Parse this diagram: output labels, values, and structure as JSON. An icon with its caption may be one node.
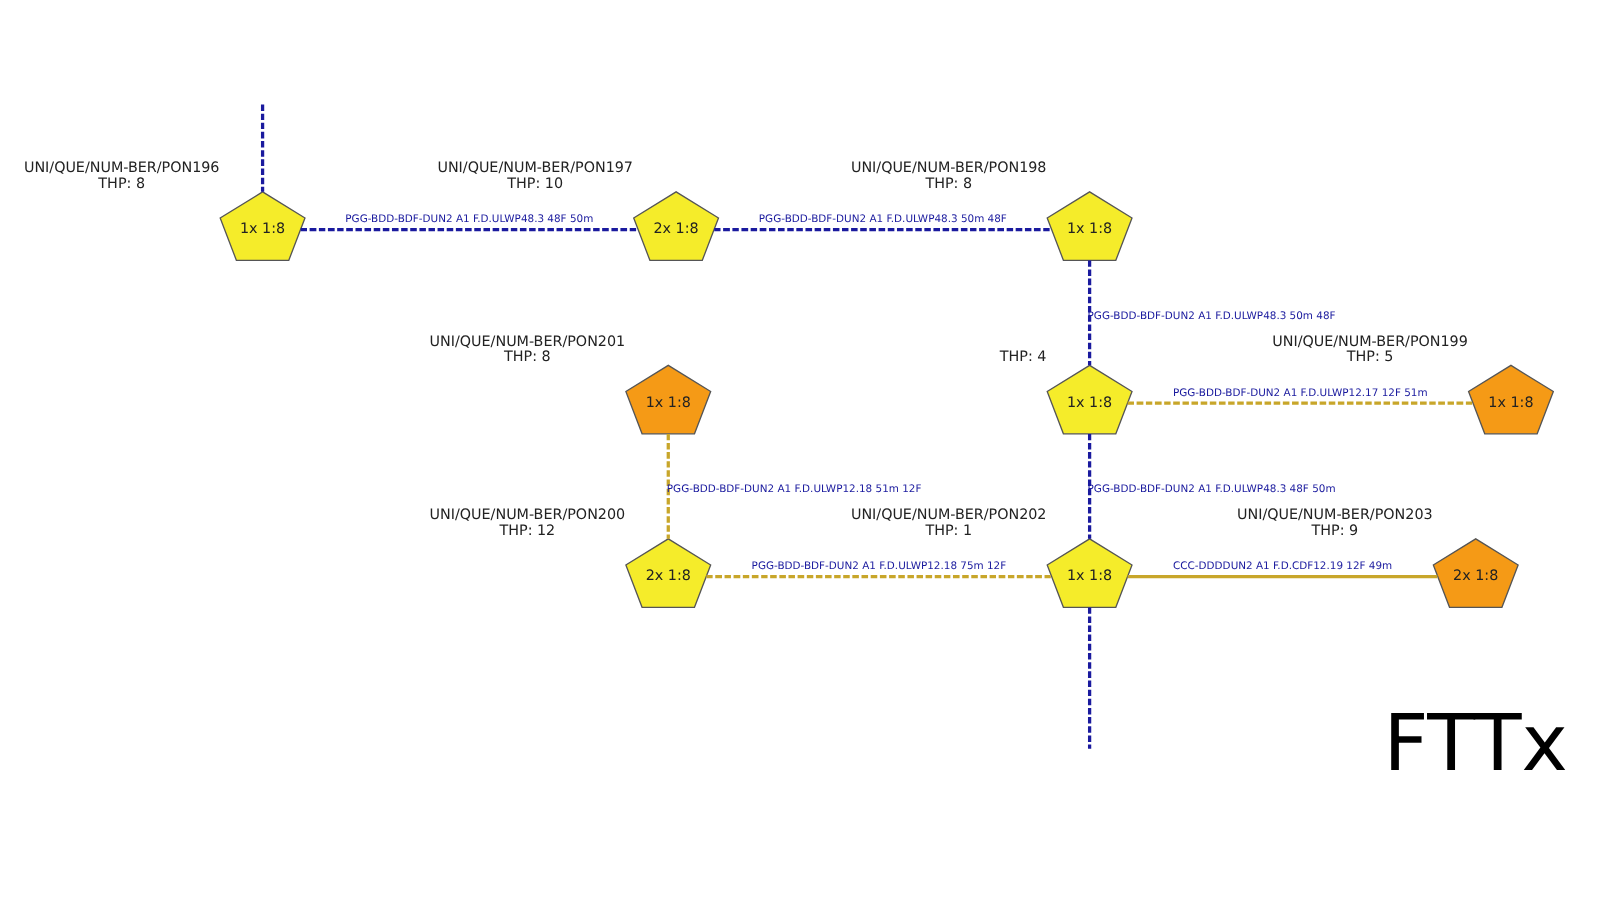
{
  "diagram": {
    "nodes": [
      {
        "text": [
          "1x 1:8"
        ],
        "beside": [
          "UNI/QUE/NUM-BER/PON196",
          "THP: 8"
        ]
      },
      {
        "text": [
          "2x 1:8"
        ],
        "beside": [
          "UNI/QUE/NUM-BER/PON197",
          "THP: 10"
        ]
      },
      {
        "text": [
          "1x 1:8"
        ],
        "beside": [
          "UNI/QUE/NUM-BER/PON198",
          "THP: 8"
        ]
      },
      {
        "text": [
          "1x 1:8"
        ],
        "beside": [
          "THP: 4"
        ]
      },
      {
        "text": [
          "1x 1:8"
        ],
        "beside": [
          "UNI/QUE/NUM-BER/PON199",
          "THP: 5"
        ]
      },
      {
        "text": [
          "1x 1:8"
        ],
        "beside": [
          "UNI/QUE/NUM-BER/PON201",
          "THP: 8"
        ]
      },
      {
        "text": [
          "2x 1:8"
        ],
        "beside": [
          "UNI/QUE/NUM-BER/PON200",
          "THP: 12"
        ]
      },
      {
        "text": [
          "1x 1:8"
        ],
        "beside": [
          "UNI/QUE/NUM-BER/PON202",
          "THP: 1"
        ]
      },
      {
        "text": [
          "2x 1:8"
        ],
        "beside": [
          "UNI/QUE/NUM-BER/PON203",
          "THP: 9"
        ]
      }
    ],
    "edges": [
      {
        "from": null,
        "to": 0,
        "arrow": "none",
        "style": "dashed"
      },
      {
        "from": 0,
        "to": 1,
        "arrow": "none",
        "style": "dashed",
        "label": "PGG-BDD-BDF-DUN2 A1 F.D.ULWP48.3 48F 50m"
      },
      {
        "from": 1,
        "to": 2,
        "arrow": "none",
        "style": "dashed",
        "label": "PGG-BDD-BDF-DUN2 A1 F.D.ULWP48.3 50m 48F"
      },
      {
        "from": 2,
        "to": 3,
        "arrow": "none",
        "style": "dashed",
        "label": "PGG-BDD-BDF-DUN2 A1 F.D.ULWP48.3 50m 48F"
      },
      {
        "from": 3,
        "to": 4,
        "arrow": "none",
        "style": "dashed",
        "color": "#c8a62a",
        "label": "PGG-BDD-BDF-DUN2 A1 F.D.ULWP12.17 12F 51m"
      },
      {
        "from": 5,
        "to": 6,
        "arrow": "none",
        "style": "dashed",
        "color": "#c8a62a",
        "label": "PGG-BDD-BDF-DUN2 A1 F.D.ULWP12.18 51m 12F"
      },
      {
        "from": 6,
        "to": 7,
        "arrow": "none",
        "style": "dashed",
        "color": "#c8a62a",
        "label": "PGG-BDD-BDF-DUN2 A1 F.D.ULWP12.18 75m 12F"
      },
      {
        "from": 3,
        "to": 7,
        "arrow": "none",
        "style": "dashed",
        "label": "PGG-BDD-BDF-DUN2 A1 F.D.ULWP48.3 48F 50m"
      },
      {
        "from": 7,
        "to": 8,
        "arrow": "none",
        "color": "#c8a62a",
        "label": "CCC-DDDDUN2 A1 F.D.CDF12.19 12F 49m"
      },
      {
        "from": 7,
        "to": null,
        "arrow": "none",
        "style": "dashed"
      }
    ],
    "labels": [
      "FTTx"
    ]
  }
}
